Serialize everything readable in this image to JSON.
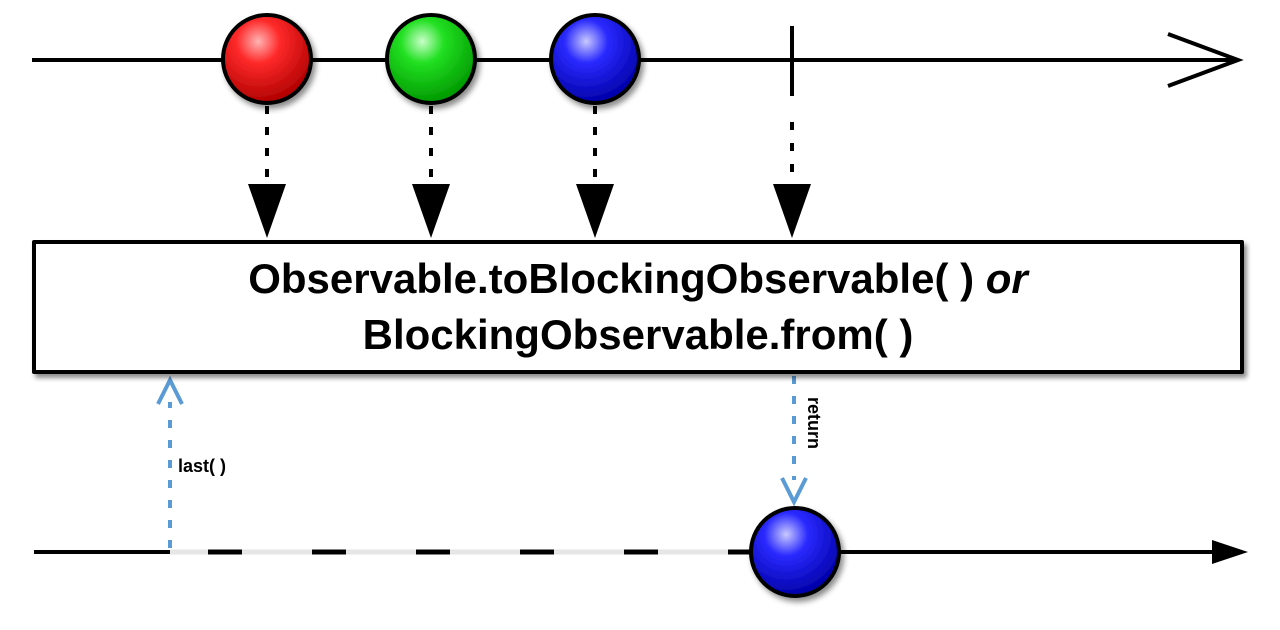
{
  "operator": {
    "line1_main": "Observable.toBlockingObservable( )",
    "line1_conj": "or",
    "line2": "BlockingObservable.from( )"
  },
  "labels": {
    "last": "last( )",
    "return": "return"
  },
  "colors": {
    "red_marble": "#e60000",
    "green_marble": "#00d400",
    "blue_marble": "#1a1aff",
    "call_arrow": "#5b9bd5",
    "line": "#000000"
  }
}
